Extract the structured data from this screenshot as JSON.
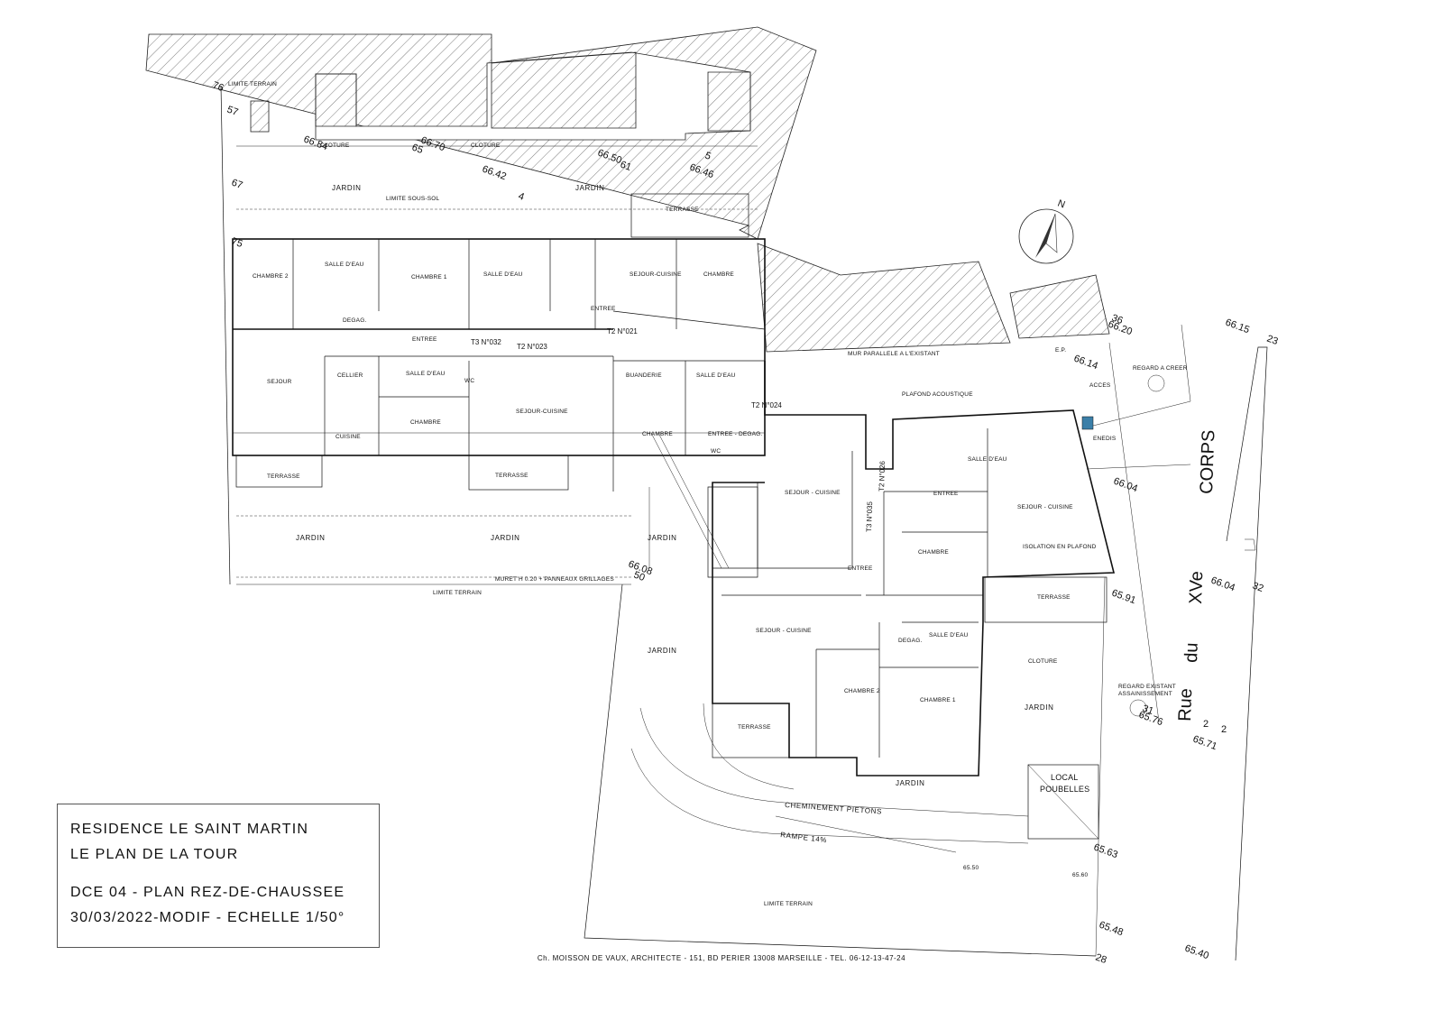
{
  "title_block": {
    "line1": "RESIDENCE LE SAINT MARTIN",
    "line2": "LE PLAN DE LA TOUR",
    "line3": "DCE 04 - PLAN REZ-DE-CHAUSSEE",
    "line4": "30/03/2022-MODIF - ECHELLE 1/50°"
  },
  "footer": "Ch. MOISSON DE VAUX, ARCHITECTE - 151, BD PERIER 13008 MARSEILLE - TEL. 06-12-13-47-24",
  "north_label": "N",
  "street": {
    "word1": "Rue",
    "word2": "du",
    "word3": "XVe",
    "word4": "CORPS"
  },
  "units": {
    "t3_032": "T3 N°032",
    "t2_023": "T2 N°023",
    "t2_021": "T2 N°021",
    "t2_024": "T2 N°024",
    "t2_026": "T2 N°026",
    "t3_035": "T3 N°035"
  },
  "rooms": {
    "chambre2": "CHAMBRE 2",
    "sde1": "SALLE D'EAU",
    "chambre1": "CHAMBRE 1",
    "sde2": "SALLE D'EAU",
    "sejour_cuisine1": "SEJOUR-CUISINE",
    "chambre_ne": "CHAMBRE",
    "degag1": "DEGAG.",
    "entree1": "ENTREE",
    "entree2": "ENTREE",
    "sejour": "SEJOUR",
    "cellier": "CELLIER",
    "sde3": "SALLE D'EAU",
    "wc1": "WC",
    "chambre_mid": "CHAMBRE",
    "cuisine": "CUISINE",
    "sejour_cuisine2": "SEJOUR-CUISINE",
    "buanderie": "BUANDERIE",
    "sde4": "SALLE D'EAU",
    "chambre_b": "CHAMBRE",
    "entree_degag": "ENTREE - DEGAG.",
    "wc2": "WC",
    "sejour_cuisine3": "SEJOUR - CUISINE",
    "sde5": "SALLE D'EAU",
    "entree3": "ENTREE",
    "sejour_cuisine4": "SEJOUR - CUISINE",
    "chambre_c": "CHAMBRE",
    "isolation": "ISOLATION EN PLAFOND",
    "entree4": "ENTREE",
    "sejour_cuisine5": "SEJOUR - CUISINE",
    "degag2": "DEGAG.",
    "sde6": "SALLE D'EAU",
    "chambre2b": "CHAMBRE 2",
    "chambre1b": "CHAMBRE 1",
    "local_l1": "LOCAL",
    "local_l2": "POUBELLES"
  },
  "zones": {
    "jardin_n": "JARDIN",
    "jardin_n2": "JARDIN",
    "jardin_s1": "JARDIN",
    "jardin_s2": "JARDIN",
    "jardin_s3": "JARDIN",
    "jardin_w": "JARDIN",
    "jardin_e": "JARDIN",
    "jardin_c": "JARDIN",
    "terrasse1": "TERRASSE",
    "terrasse2": "TERRASSE",
    "terrasse3": "TERRASSE",
    "terrasse4": "TERRASSE",
    "terrasse5": "TERRASSE",
    "limite_terrain_n": "LIMITE TERRAIN",
    "limite_terrain_s": "LIMITE TERRAIN",
    "limite_terrain_bot": "LIMITE TERRAIN",
    "limite_sous_sol": "LIMITE SOUS-SOL",
    "cloture1": "CLOTURE",
    "cloture2": "CLOTURE",
    "cloture3": "CLOTURE",
    "mur_parallele": "MUR PARALLELE A L'EXISTANT",
    "plafond_acoustique": "PLAFOND ACOUSTIQUE",
    "cheminement": "CHEMINEMENT PIETONS",
    "rampe": "RAMPE 14%",
    "acces": "ACCES",
    "enedis": "ENEDIS",
    "regard": "REGARD A CREER",
    "regard_existant": "REGARD EXISTANT",
    "assainissement": "ASSAINISSEMENT",
    "muret": "MURET H 0.20 + PANNEAUX GRILLAGES",
    "ep": "E.P."
  },
  "elevations": {
    "e1": "66.84",
    "e2": "66.70",
    "e3": "66.50",
    "e4": "66.46",
    "e5": "66.42",
    "e6": "66.20",
    "e7": "66.15",
    "e8": "66.14",
    "e9": "66.04",
    "e10": "66.08",
    "e11": "65.91",
    "e12": "66.04",
    "e13": "65.76",
    "e14": "65.71",
    "e15": "65.63",
    "e16": "65.48",
    "e17": "65.40",
    "e18": "65.50",
    "e19": "65.60",
    "p76": "76",
    "p57": "57",
    "p67": "67",
    "p75": "75",
    "p65": "65",
    "p61": "61",
    "p5": "5",
    "p4": "4",
    "p36": "36",
    "p23": "23",
    "p32": "32",
    "p31": "31",
    "p2a": "2",
    "p2b": "2",
    "p50": "50",
    "p28": "28"
  }
}
